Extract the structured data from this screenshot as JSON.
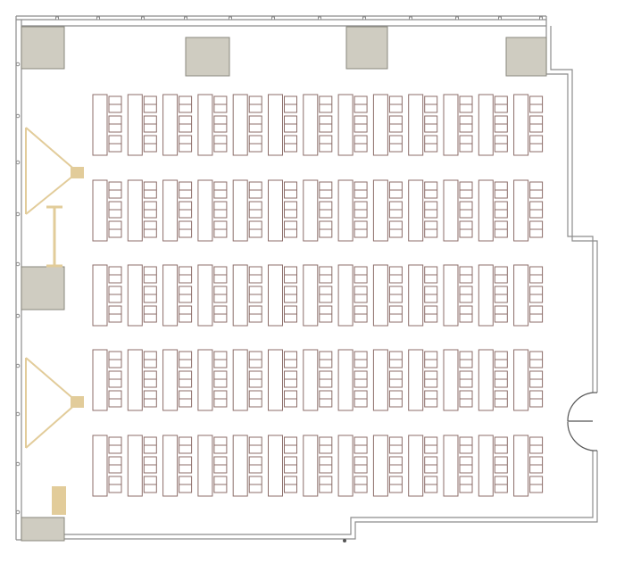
{
  "plan": {
    "rows": 5,
    "columns": 13,
    "seats_per_table": 3,
    "colors": {
      "wall": "#8c8c8c",
      "column": "#cfccc1",
      "column_stroke": "#8a877d",
      "furniture": "#8c6e6a",
      "av_equipment": "#e2cc9a",
      "background": "#ffffff"
    },
    "icons": [
      "projection-screen-icon",
      "projector-icon",
      "lectern-icon",
      "door-icon",
      "column-icon"
    ]
  }
}
